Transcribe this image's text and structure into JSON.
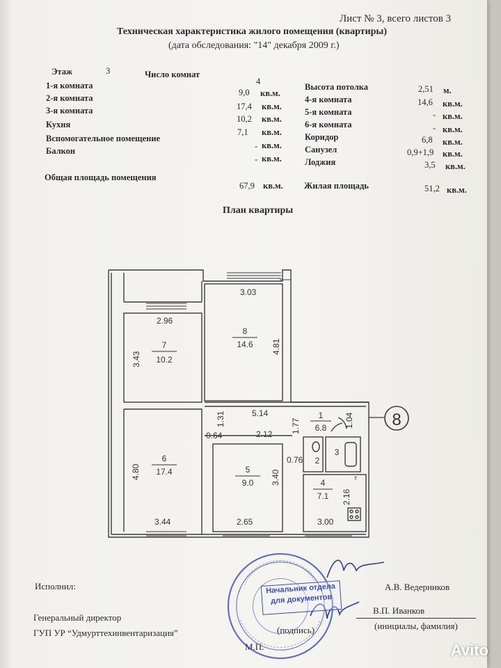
{
  "header": {
    "sheet": "Лист № 3, всего листов 3",
    "title": "Техническая характеристика жилого помещения (квартиры)",
    "survey_date": "(дата обследования: \"14\" декабря 2009 г.)"
  },
  "specs": {
    "floor_label": "Этаж",
    "floor_value": "3",
    "rooms_count_label": "Число комнат",
    "rooms_count_value": "4",
    "ceiling_label": "Высота потолка",
    "ceiling_value": "2,51",
    "ceiling_unit": "м.",
    "unit_sqm": "кв.м.",
    "room1_label": "1-я комната",
    "room1_value": "9,0",
    "room2_label": "2-я комната",
    "room2_value": "17,4",
    "room3_label": "3-я комната",
    "room3_value": "10,2",
    "kitchen_label": "Кухня",
    "kitchen_value": "7,1",
    "aux_label": "Вспомогательное помещение",
    "aux_value": "-",
    "balcony_label": "Балкон",
    "balcony_value": "-",
    "room4_label": "4-я комната",
    "room4_value": "14,6",
    "room5_label": "5-я комната",
    "room5_value": "-",
    "room6_label": "6-я комната",
    "room6_value": "-",
    "corridor_label": "Коридор",
    "corridor_value": "6,8",
    "bath_label": "Санузел",
    "bath_value": "0,9+1,9",
    "loggia_label": "Лоджия",
    "loggia_value": "3,5",
    "total_label": "Общая площадь помещения",
    "total_value": "67,9",
    "living_label": "Жилая площадь",
    "living_value": "51,2"
  },
  "plan": {
    "title": "План квартиры",
    "apartment_number": "8",
    "rooms": [
      {
        "no": "7",
        "area": "10.2"
      },
      {
        "no": "8",
        "area": "14.6"
      },
      {
        "no": "6",
        "area": "17.4"
      },
      {
        "no": "5",
        "area": "9.0"
      },
      {
        "no": "1",
        "area": "6.8"
      },
      {
        "no": "2",
        "area": ""
      },
      {
        "no": "3",
        "area": ""
      },
      {
        "no": "4",
        "area": "7.1"
      }
    ],
    "dims": {
      "d303": "3.03",
      "d296": "2.96",
      "d343": "3.43",
      "d481": "4.81",
      "d131": "1.31",
      "d064": "0.64",
      "d514": "5.14",
      "d177": "1.77",
      "d104": "1.04",
      "d212": "2.12",
      "d480": "4.80",
      "d340": "3.40",
      "d076": "0.76",
      "d216": "2.16",
      "d344": "3.44",
      "d265": "2.65",
      "d300": "3.00"
    },
    "small_marks": {
      "t": "т"
    }
  },
  "footer": {
    "performer_label": "Исполнил:",
    "performer_name": "А.В. Ведерников",
    "director_label": "Генеральный директор",
    "org": "ГУП УР “Удмурттехинвентаризация”",
    "director_name": "В.П. Иванков",
    "initials_caption": "(инициалы, фамилия)",
    "signature_caption": "(подпись)",
    "mp": "М.П.",
    "stamp_box": "Начальник отдела для документов"
  },
  "watermark": "Avito",
  "colors": {
    "ink": "#2a2a2e",
    "stamp": "#3b4fa8",
    "paper": "#f3f2ee"
  }
}
